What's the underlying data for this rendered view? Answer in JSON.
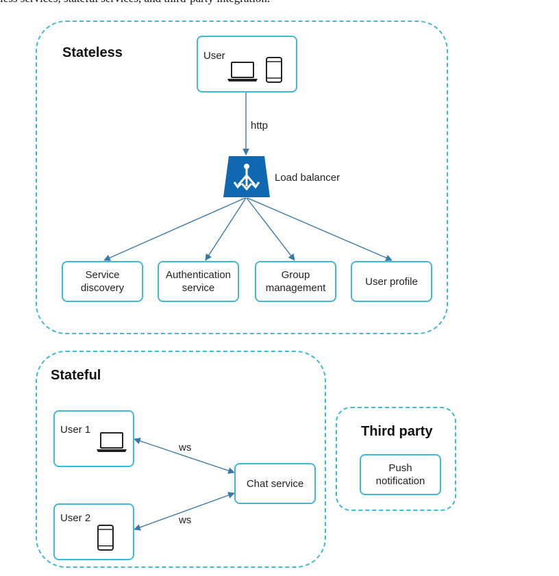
{
  "caption": "less services, stateful services, and third-party integration.",
  "groups": {
    "stateless": {
      "title": "Stateless"
    },
    "stateful": {
      "title": "Stateful"
    },
    "third_party": {
      "title": "Third party"
    }
  },
  "nodes": {
    "user": {
      "label": "User",
      "icons": [
        "laptop-icon",
        "tablet-icon"
      ]
    },
    "load_balancer": {
      "label": "Load balancer",
      "icon": "load-balancer-icon"
    },
    "service_discovery": {
      "label": "Service\ndiscovery"
    },
    "authentication_service": {
      "label": "Authentication\nservice"
    },
    "group_management": {
      "label": "Group\nmanagement"
    },
    "user_profile": {
      "label": "User profile"
    },
    "user1": {
      "label": "User 1",
      "icon": "laptop-icon"
    },
    "user2": {
      "label": "User 2",
      "icon": "tablet-icon"
    },
    "chat_service": {
      "label": "Chat service"
    },
    "push_notification": {
      "label": "Push\nnotification"
    }
  },
  "edges": [
    {
      "from": "user",
      "to": "load_balancer",
      "label": "http"
    },
    {
      "from": "load_balancer",
      "to": "service_discovery",
      "label": ""
    },
    {
      "from": "load_balancer",
      "to": "authentication_service",
      "label": ""
    },
    {
      "from": "load_balancer",
      "to": "group_management",
      "label": ""
    },
    {
      "from": "load_balancer",
      "to": "user_profile",
      "label": ""
    },
    {
      "from": "user1",
      "to": "chat_service",
      "label": "ws",
      "bidirectional": true
    },
    {
      "from": "user2",
      "to": "chat_service",
      "label": "ws",
      "bidirectional": true
    }
  ],
  "colors": {
    "group_border": "#3fb8d2",
    "node_border": "#3fb8d2",
    "edge": "#3a78a8",
    "load_balancer_fill": "#1068b0"
  }
}
